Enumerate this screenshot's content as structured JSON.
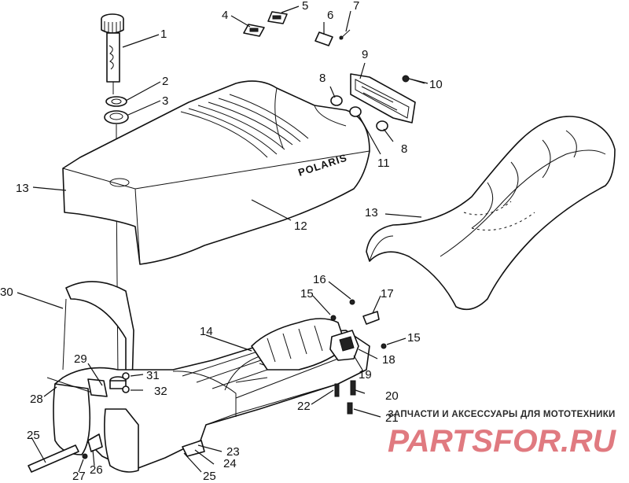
{
  "diagram": {
    "brand_mark": "POLARIS",
    "callouts": [
      "1",
      "2",
      "3",
      "4",
      "5",
      "6",
      "7",
      "8",
      "9",
      "10",
      "8",
      "11",
      "13",
      "12",
      "13",
      "30",
      "16",
      "15",
      "17",
      "14",
      "15",
      "18",
      "19",
      "29",
      "31",
      "32",
      "28",
      "20",
      "22",
      "21",
      "23",
      "24",
      "25",
      "25",
      "26",
      "27"
    ]
  },
  "watermark": {
    "caption": "ЗАПЧАСТИ И АКСЕССУАРЫ ДЛЯ МОТОТЕХНИКИ",
    "logo_text": "PARTSFOR.RU",
    "colors": {
      "logo": "#e07a80",
      "caption": "#2a2a2a"
    }
  }
}
